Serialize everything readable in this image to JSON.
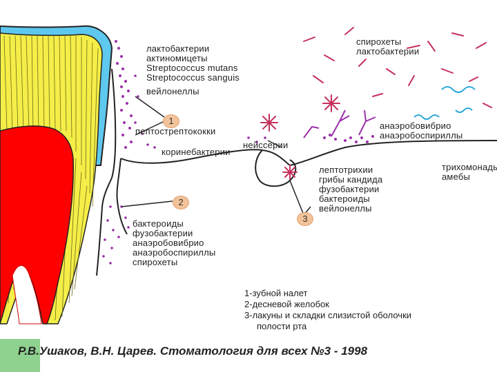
{
  "labels": {
    "group_top_left": [
      "лактобактерии",
      "актиномицеты",
      "Streptococcus mutans",
      "Streptococcus sanguis",
      "вейлонеллы"
    ],
    "group_top_right": [
      "спирохеты",
      "лактобактерии"
    ],
    "peptostreptococci": "пептострептококки",
    "corynebacteria": "коринебактерии",
    "neisseria": "нейссерии",
    "group_anaerobes_right": [
      "анаэробовибрио",
      "анаэробоспириллы"
    ],
    "group_trichomonas": [
      "трихомонады",
      "амебы"
    ],
    "group_sulcus": [
      "бактероиды",
      "фузобактерии",
      "анаэробовибрио",
      "анаэробоспириллы",
      "спирохеты"
    ],
    "group_lacunae": [
      "лептотрихии",
      "грибы кандида",
      "фузобактерии",
      "бактероиды",
      "вейлонеллы"
    ]
  },
  "markers": [
    "1",
    "2",
    "3"
  ],
  "legend": [
    {
      "num": "1",
      "text": "-зубной налет"
    },
    {
      "num": "2",
      "text": "-десневой желобок"
    },
    {
      "num": "3",
      "text": "-лакуны и складки слизистой оболочки"
    },
    {
      "num": "",
      "text": "полости рта"
    }
  ],
  "citation": "Р.В.Ушаков, В.Н. Царев. Стоматология для всех №3 - 1998",
  "colors": {
    "enamel": "#5ec8ee",
    "dentin": "#f5ee48",
    "pulp": "#ff0000",
    "bacteria": "#9a2fa8",
    "fungi": "#c4305a",
    "marker": "#f2c39a",
    "accent_green": "#8fd18f"
  }
}
